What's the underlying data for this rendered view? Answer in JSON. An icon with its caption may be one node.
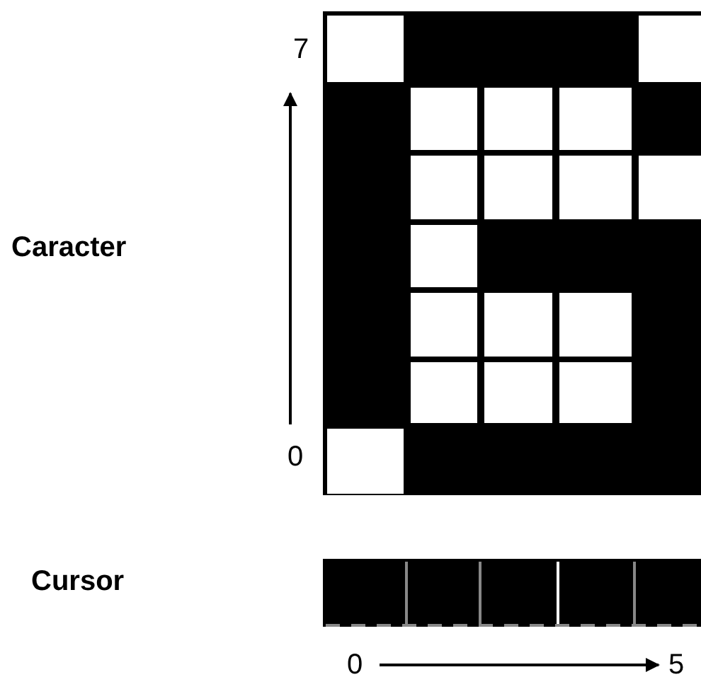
{
  "diagram": {
    "labels": [
      "7",
      "Caracter",
      "0",
      "Cursor",
      "0",
      "5"
    ]
  }
}
